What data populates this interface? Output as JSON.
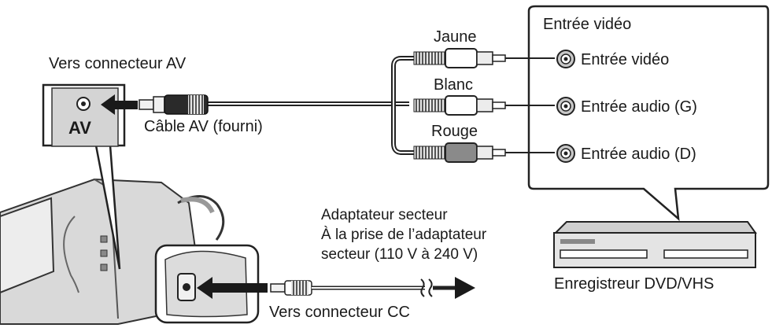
{
  "labels": {
    "av_connector": "Vers connecteur AV",
    "av_port": "AV",
    "av_cable": "Câble AV (fourni)",
    "plug_yellow": "Jaune",
    "plug_white": "Blanc",
    "plug_red": "Rouge",
    "device_input_title": "Entrée vidéo",
    "input_video": "Entrée vidéo",
    "input_audio_left": "Entrée audio (G)",
    "input_audio_right": "Entrée audio (D)",
    "ac_adapter_line1": "Adaptateur secteur",
    "ac_adapter_line2": "À la prise de l’adaptateur",
    "ac_adapter_line3": "secteur (110 V à 240 V)",
    "dc_connector": "Vers connecteur CC",
    "recorder": "Enregistreur DVD/VHS"
  },
  "icons": [
    "av-jack-icon",
    "arrow-left-icon",
    "rca-socket-icon",
    "camcorder-icon",
    "dvd-vhs-recorder-icon",
    "dc-plug-icon"
  ]
}
